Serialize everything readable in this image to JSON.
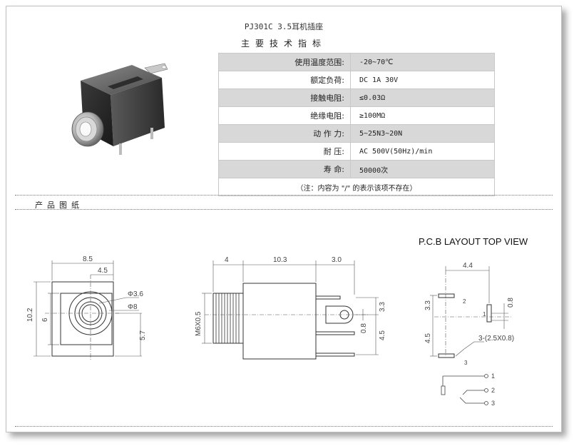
{
  "header": {
    "title": "PJ301C 3.5耳机插座",
    "subtitle": "主要技术指标"
  },
  "specs": [
    {
      "label": "使用温度范围:",
      "value": "-20~70℃"
    },
    {
      "label": "额定负荷:",
      "value": "DC 1A 30V"
    },
    {
      "label": "接触电阻:",
      "value": "≤0.03Ω"
    },
    {
      "label": "绝缘电阻:",
      "value": "≥100MΩ"
    },
    {
      "label": "动 作 力:",
      "value": "5~25N3~20N"
    },
    {
      "label": "耐     压:",
      "value": "AC 500V(50Hz)/min"
    },
    {
      "label": "寿     命:",
      "value": "50000次"
    }
  ],
  "note": "（注：内容为 \"/\" 的表示该项不存在）",
  "drawing_section_title": "产品图纸",
  "front_view": {
    "dim_width": "8.5",
    "dim_half": "4.5",
    "dim_height": "10.2",
    "dim_6": "6",
    "dim_5_7": "5.7",
    "dim_phi36": "Φ3.6",
    "dim_phi8": "Φ8"
  },
  "side_view": {
    "dim_4": "4",
    "dim_10_3": "10.3",
    "dim_3_0": "3.0",
    "dim_thread": "M6X0.5",
    "dim_3_3": "3.3",
    "dim_0_8": "0.8",
    "dim_4_5": "4.5"
  },
  "pcb": {
    "title": "P.C.B LAYOUT    TOP VIEW",
    "dim_4_4": "4.4",
    "dim_3_3": "3.3",
    "dim_4_5": "4.5",
    "dim_0_8": "0.8",
    "pad_label": "3-(2.5X0.8)",
    "pin1": "1",
    "pin2": "2",
    "pin3": "3"
  },
  "schematic": {
    "pin1": "1",
    "pin2": "2",
    "pin3": "3"
  }
}
